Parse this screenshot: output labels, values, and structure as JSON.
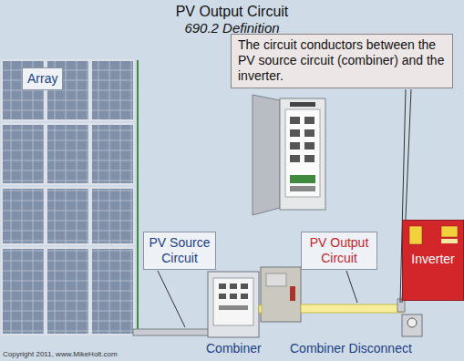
{
  "diagram": {
    "title": "PV Output Circuit",
    "nodes": [
      {
        "text": [
          "The circuit conductors between the PV source circuit (combiner) and the inverter."
        ]
      },
      {
        "text": [
          "Array"
        ]
      },
      {
        "text": [
          "PV Source Circuit"
        ]
      },
      {
        "text": [
          "PV Output Circuit"
        ]
      },
      {
        "text": [
          "Inverter"
        ]
      }
    ],
    "labels": [
      "690.2 Definition",
      "Combiner",
      "Combiner Disconnect",
      "Copyright 2011, www.MikeHolt.com"
    ]
  }
}
